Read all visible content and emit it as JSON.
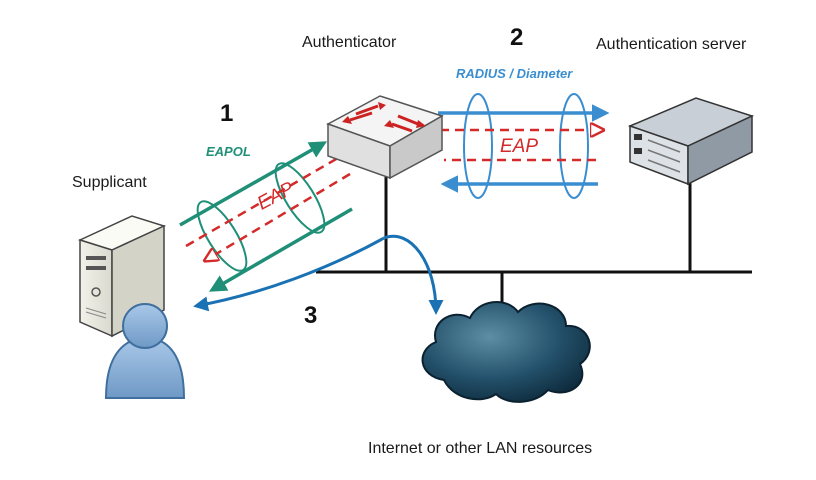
{
  "nodes": {
    "authenticator": "Authenticator",
    "authentication_server": "Authentication server",
    "supplicant": "Supplicant",
    "internet": "Internet or other LAN resources"
  },
  "steps": {
    "step1": {
      "number": "1",
      "protocol": "EAPOL",
      "inner": "EAP"
    },
    "step2": {
      "number": "2",
      "protocol": "RADIUS / Diameter",
      "inner": "EAP"
    },
    "step3": {
      "number": "3"
    }
  },
  "colors": {
    "eapol": "#1f8f77",
    "radius": "#3a8ed0",
    "eap": "#d42a2a",
    "lan_access": "#1a72b4",
    "network_line": "#111111",
    "server": "#7a8794",
    "cloud": "#1f4e66"
  },
  "icons": {
    "authenticator": "network-switch-icon",
    "authentication_server": "rack-server-icon",
    "supplicant_computer": "desktop-computer-icon",
    "supplicant_user": "user-icon",
    "internet": "cloud-icon"
  }
}
